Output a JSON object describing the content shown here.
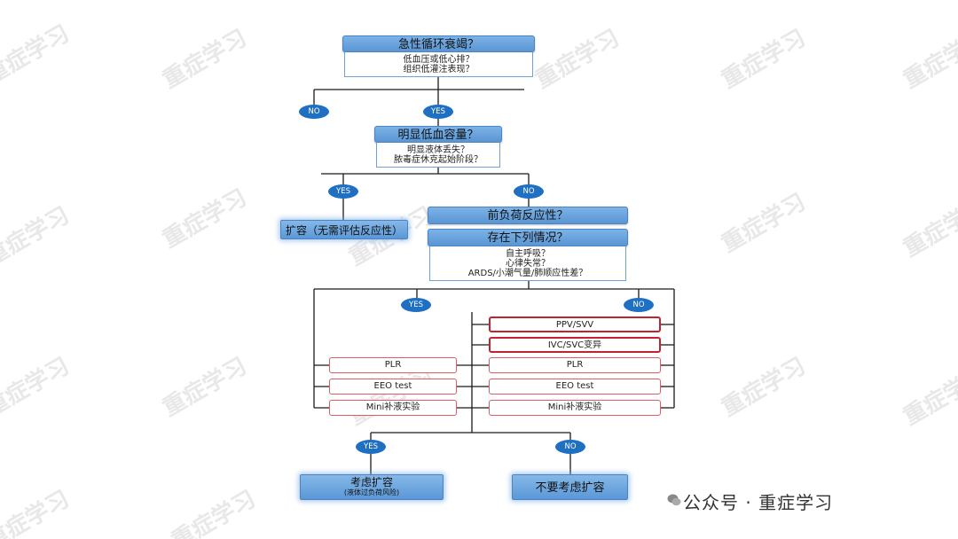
{
  "q1": {
    "title": "急性循环衰竭？",
    "lines": [
      "低血压或低心排？",
      "组织低灌注表现？"
    ]
  },
  "q2": {
    "title": "明显低血容量？",
    "lines": [
      "明显液体丢失？",
      "脓毒症休克起始阶段？"
    ]
  },
  "q3": {
    "title": "前负荷反应性？"
  },
  "q4": {
    "title": "存在下列情况？",
    "lines": [
      "自主呼吸？",
      "心律失常？",
      "ARDS/小潮气量/肺顺应性差？"
    ]
  },
  "labels": {
    "no": "NO",
    "yes": "YES"
  },
  "expand_no_eval": "扩容（无需评估反应性）",
  "yes_tests": [
    "PLR",
    "EEO test",
    "Mini补液实验"
  ],
  "no_tests": [
    "PPV/SVV",
    "IVC/SVC变异",
    "PLR",
    "EEO test",
    "Mini补液实验"
  ],
  "outcome_yes": {
    "title": "考虑扩容",
    "note": "(液体过负荷风险)"
  },
  "outcome_no": {
    "title": "不要考虑扩容"
  },
  "footer": "公众号 · 重症学习",
  "watermark": "重症学习",
  "colors": {
    "header_blue": "#5a96d4",
    "pill_blue": "#1f6fc2",
    "test_border": "#e05b63",
    "test_border_dark": "#c0252f"
  }
}
